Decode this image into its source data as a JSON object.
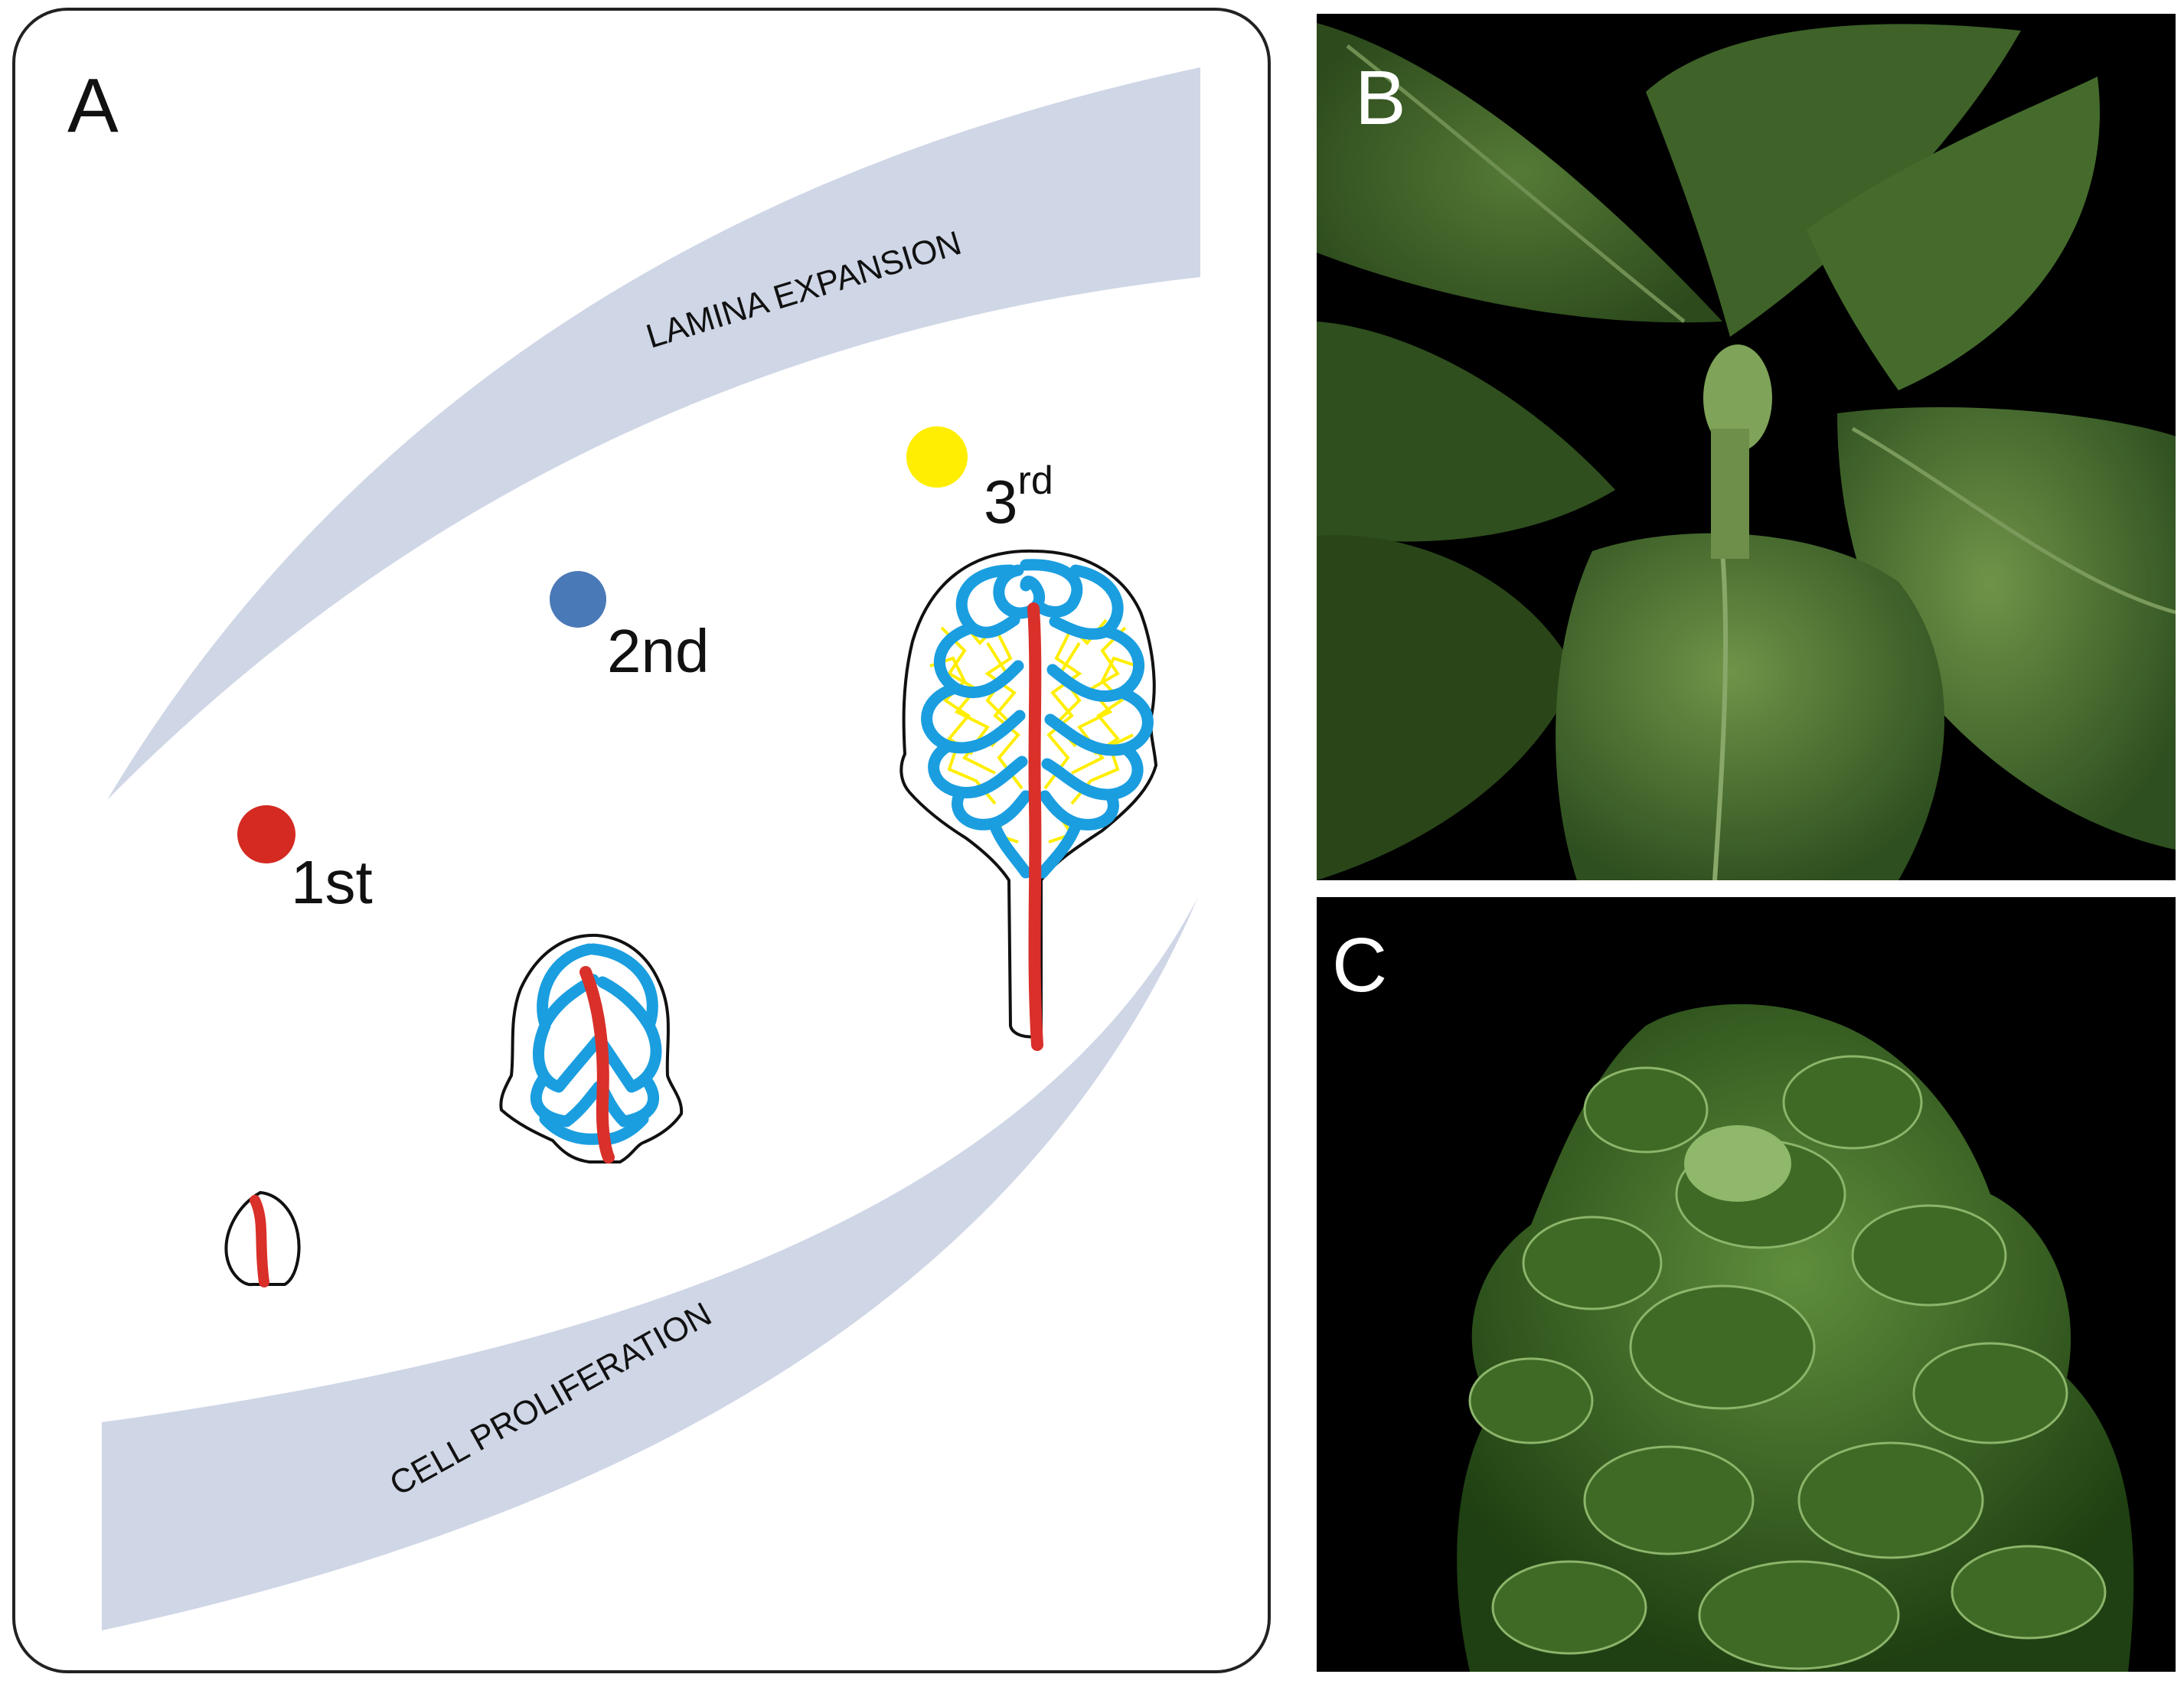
{
  "panels": {
    "a": {
      "letter": "A"
    },
    "b": {
      "letter": "B"
    },
    "c": {
      "letter": "C"
    }
  },
  "bands": {
    "top": "LAMINA EXPANSION",
    "bottom": "CELL PROLIFERATION"
  },
  "stages": [
    {
      "label": "1st",
      "color": "#d42a22"
    },
    {
      "label": "2nd",
      "color": "#4a79b8"
    },
    {
      "label": "3",
      "sup": "rd",
      "color": "#ffee00"
    }
  ],
  "colors": {
    "band": "#cfd6e6",
    "midvein": "#d9302a",
    "secondary_veins": "#1a9ee0",
    "tertiary_veins": "#ffee00",
    "photo_background": "#000000"
  }
}
